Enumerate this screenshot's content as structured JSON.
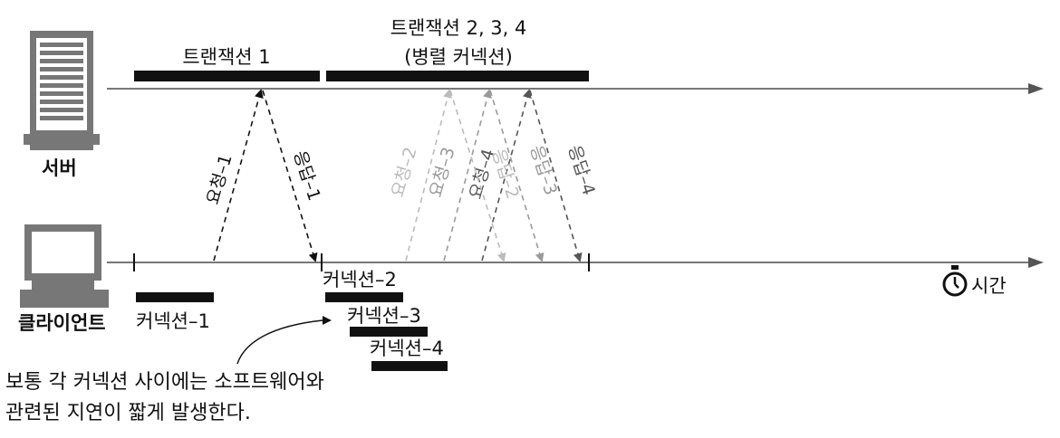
{
  "server": {
    "label": "서버"
  },
  "client": {
    "label": "클라이언트"
  },
  "transaction1": {
    "label": "트랜잭션 1"
  },
  "transaction_parallel": {
    "line1": "트랜잭션 2, 3, 4",
    "line2": "(병렬 커넥션)"
  },
  "requests": [
    "요청–1",
    "요청–2",
    "요청–3",
    "요청–4"
  ],
  "responses": [
    "응답–1",
    "응답–2",
    "응답–3",
    "응답–4"
  ],
  "connections": [
    "커넥션–1",
    "커넥션–2",
    "커넥션–3",
    "커넥션–4"
  ],
  "time_label": "시간",
  "note": {
    "line1": "보통 각 커넥션 사이에는 소프트웨어와",
    "line2": "관련된 지연이 짧게 발생한다."
  },
  "colors": {
    "black": "#111111",
    "gray": "#888888",
    "light_gray": "#bbbbbb",
    "mid_gray": "#999999"
  }
}
